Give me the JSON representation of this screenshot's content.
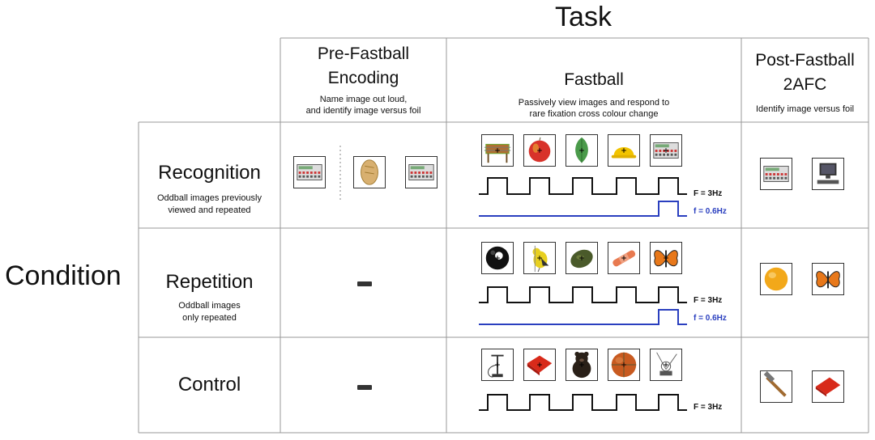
{
  "header": {
    "task": "Task",
    "condition": "Condition"
  },
  "columns": {
    "pre": {
      "title_line1": "Pre-Fastball",
      "title_line2": "Encoding",
      "desc_line1": "Name image out loud,",
      "desc_line2": "and identify image versus foil"
    },
    "fastball": {
      "title": "Fastball",
      "desc_line1": "Passively view images and respond to",
      "desc_line2": "rare fixation cross colour change"
    },
    "post": {
      "title_line1": "Post-Fastball",
      "title_line2": "2AFC",
      "desc": "Identify image versus foil"
    }
  },
  "rows": {
    "recognition": {
      "title": "Recognition",
      "desc_line1": "Oddball images previously",
      "desc_line2": "viewed and repeated"
    },
    "repetition": {
      "title": "Repetition",
      "desc_line1": "Oddball images",
      "desc_line2": "only repeated"
    },
    "control": {
      "title": "Control"
    }
  },
  "labels": {
    "base_freq": "F = 3Hz",
    "oddball_freq": "f = 0.6Hz"
  },
  "icons": {
    "recognition_pre": [
      "calculator-icon",
      "bread-icon",
      "calculator-icon"
    ],
    "recognition_fastball": [
      "foosball-table-icon",
      "apple-icon",
      "leaf-icon",
      "hard-hat-icon",
      "calculator-icon"
    ],
    "recognition_post": [
      "calculator-icon",
      "computer-icon"
    ],
    "repetition_fastball": [
      "billiard-ball-icon",
      "bird-icon",
      "avocado-icon",
      "bandage-icon",
      "butterfly-icon"
    ],
    "repetition_post": [
      "melon-icon",
      "butterfly-icon"
    ],
    "control_fastball": [
      "bicycle-pump-icon",
      "red-box-icon",
      "bear-icon",
      "basketball-icon",
      "antenna-icon"
    ],
    "control_post": [
      "hammer-icon",
      "red-folder-icon"
    ]
  },
  "colors": {
    "grid": "#999999",
    "wave": "#111111",
    "oddball_wave": "#2a3fbf"
  }
}
